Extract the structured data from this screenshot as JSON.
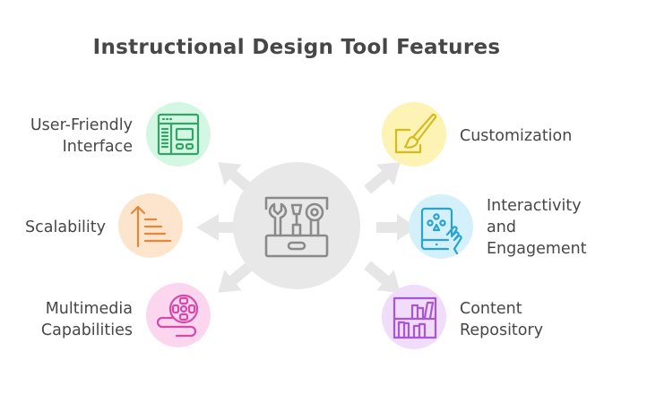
{
  "title": "Instructional Design Tool Features",
  "center": {
    "icon": "toolbox-icon",
    "color": "#e8e8e8",
    "stroke": "#8a8a8a"
  },
  "features": [
    {
      "id": "user-friendly-interface",
      "lines": [
        "User-Friendly",
        "Interface"
      ],
      "icon": "browser-window-icon",
      "bg": "#d3f7e3",
      "stroke": "#36a367",
      "side": "left",
      "row": 0
    },
    {
      "id": "scalability",
      "lines": [
        "Scalability"
      ],
      "icon": "scale-up-icon",
      "bg": "#fde4cc",
      "stroke": "#e0893a",
      "side": "left",
      "row": 1
    },
    {
      "id": "multimedia-capabilities",
      "lines": [
        "Multimedia",
        "Capabilities"
      ],
      "icon": "film-reel-icon",
      "bg": "#fcd6ef",
      "stroke": "#d44ba8",
      "side": "left",
      "row": 2
    },
    {
      "id": "customization",
      "lines": [
        "Customization"
      ],
      "icon": "paintbrush-icon",
      "bg": "#fdf3b4",
      "stroke": "#d4bb1f",
      "side": "right",
      "row": 0
    },
    {
      "id": "interactivity-and-engagement",
      "lines": [
        "Interactivity",
        "and",
        "Engagement"
      ],
      "icon": "tablet-touch-icon",
      "bg": "#d4f0fb",
      "stroke": "#2aa3cf",
      "side": "right",
      "row": 1
    },
    {
      "id": "content-repository",
      "lines": [
        "Content",
        "Repository"
      ],
      "icon": "bookshelf-icon",
      "bg": "#f0dcfb",
      "stroke": "#a855d6",
      "side": "right",
      "row": 2
    }
  ],
  "arrow_color": "#e6e6e6"
}
